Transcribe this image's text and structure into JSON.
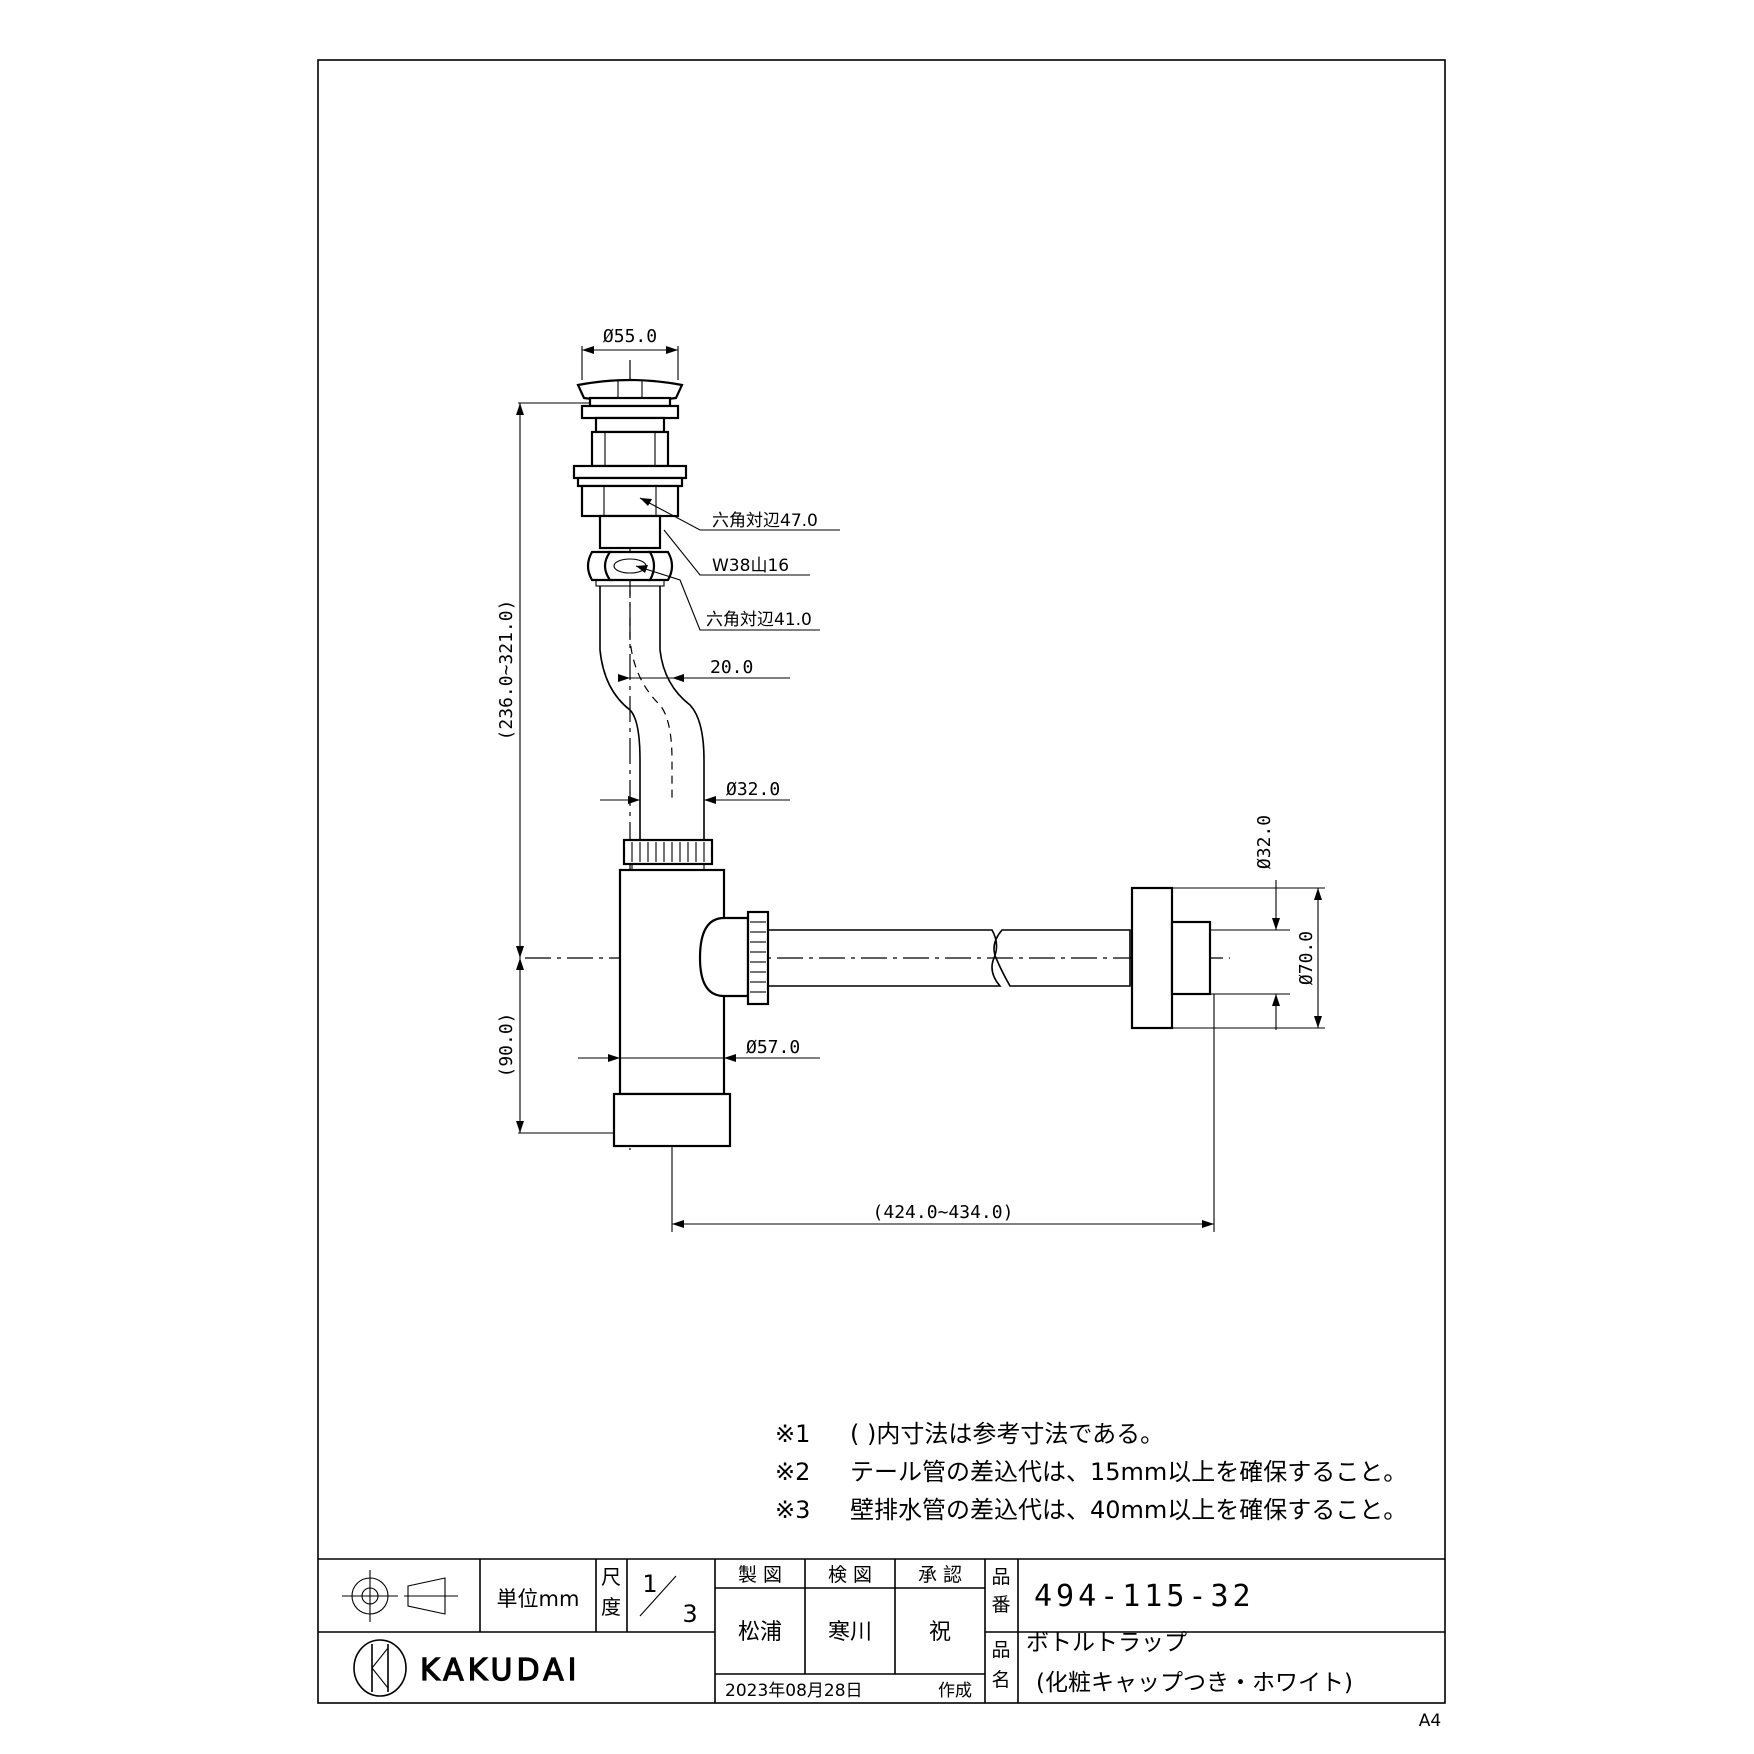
{
  "dimensions": {
    "d_cap": "Ø55.0",
    "hex47": "六角対辺47.0",
    "thread": "W38山16",
    "hex41": "六角対辺41.0",
    "offset": "20.0",
    "d_tail": "Ø32.0",
    "height_range": "(236.0~321.0)",
    "height_lower": "(90.0)",
    "d_body": "Ø57.0",
    "d_wall_pipe": "Ø32.0",
    "d_flange": "Ø70.0",
    "length_range": "(424.0~434.0)"
  },
  "notes": [
    {
      "mark": "※1",
      "text": "(  )内寸法は参考寸法である。"
    },
    {
      "mark": "※2",
      "text": "テール管の差込代は、15mm以上を確保すること。"
    },
    {
      "mark": "※3",
      "text": "壁排水管の差込代は、40mm以上を確保すること。"
    }
  ],
  "title_block": {
    "unit": "単位mm",
    "scale_label_1": "尺",
    "scale_label_2": "度",
    "scale_num": "1",
    "scale_den": "3",
    "col_drawn": "製 図",
    "col_checked": "検 図",
    "col_approved": "承 認",
    "drawn_by": "松浦",
    "checked_by": "寒川",
    "approved_by": "祝",
    "part_no_label_1": "品",
    "part_no_label_2": "番",
    "part_no": "494-115-32",
    "name_label_1": "品",
    "name_label_2": "名",
    "product_name": "ボトルトラップ",
    "product_sub": "(化粧キャップつき・ホワイト)",
    "date": "2023年08月28日",
    "created": "作成",
    "brand": "KAKUDAI",
    "paper": "A4"
  }
}
